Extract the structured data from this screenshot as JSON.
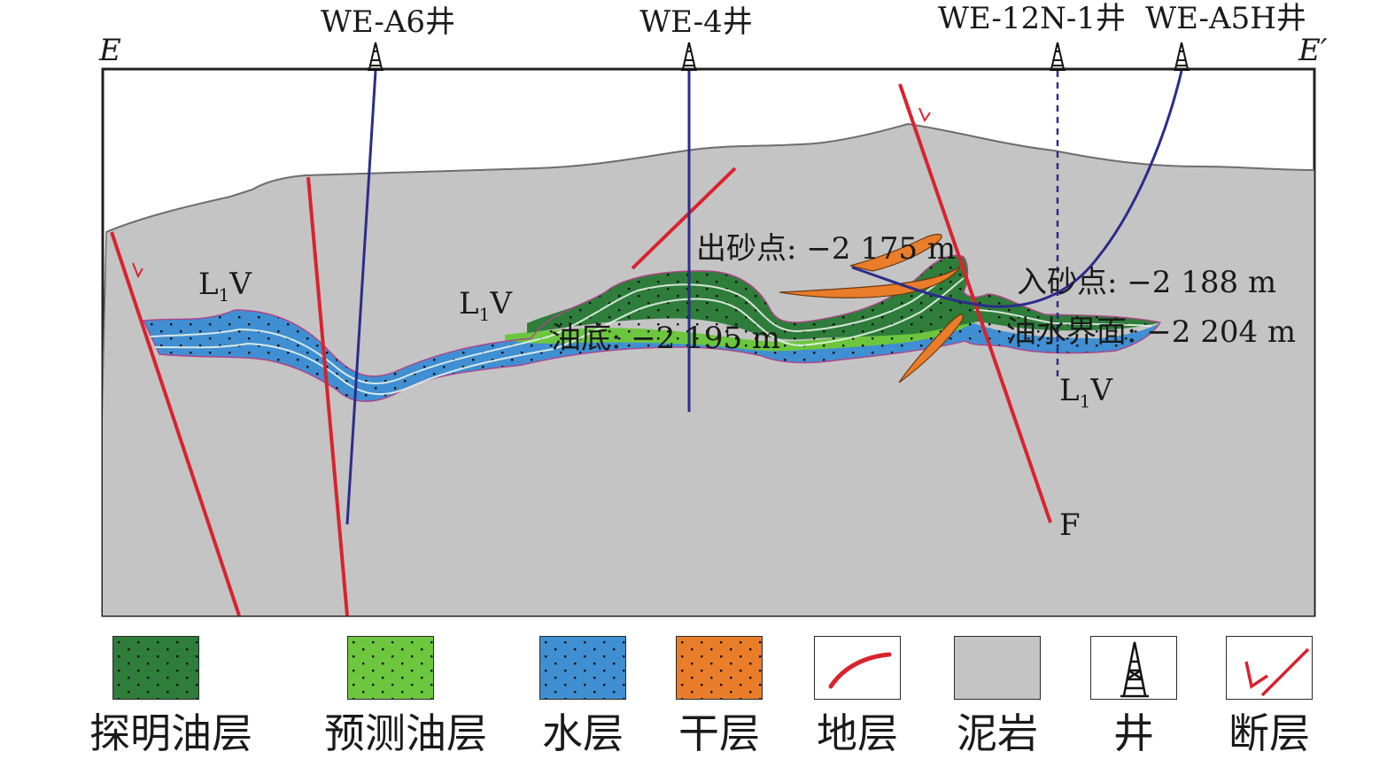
{
  "profile": {
    "end_left": "E",
    "end_right": "E′"
  },
  "wells": [
    {
      "name": "WE-A6井"
    },
    {
      "name": "WE-4井"
    },
    {
      "name": "WE-12N-1井"
    },
    {
      "name": "WE-A5H井"
    }
  ],
  "annotations": {
    "sand_out": "出砂点: −2 175 m",
    "sand_in": "入砂点: −2 188 m",
    "oil_bottom": "油底: −2 195 m",
    "owc": "油水界面: −2 204 m",
    "fault_label": "F"
  },
  "formation_labels": [
    {
      "main": "L",
      "sub": "1",
      "tail": "V"
    },
    {
      "main": "L",
      "sub": "1",
      "tail": "V"
    },
    {
      "main": "L",
      "sub": "1",
      "tail": "V"
    }
  ],
  "legend": [
    {
      "label": "探明油层",
      "color": "#2e7d3a",
      "icon": "proven-oil-swatch"
    },
    {
      "label": "预测油层",
      "color": "#6cc63e",
      "icon": "predicted-oil-swatch"
    },
    {
      "label": "水层",
      "color": "#3f8fd2",
      "icon": "water-swatch"
    },
    {
      "label": "干层",
      "color": "#ea7d2a",
      "icon": "dry-swatch"
    },
    {
      "label": "地层",
      "color": "#d9232e",
      "icon": "stratum-line-icon"
    },
    {
      "label": "泥岩",
      "color": "#c4c4c4",
      "icon": "mudstone-swatch"
    },
    {
      "label": "井",
      "color": "#1a1a1a",
      "icon": "derrick-icon"
    },
    {
      "label": "断层",
      "color": "#d9232e",
      "icon": "fault-icon"
    }
  ],
  "colors": {
    "mudstone": "#c4c4c4",
    "proven_oil": "#2e7d3a",
    "predicted_oil": "#6cc63e",
    "water": "#3f8fd2",
    "dry": "#ea7d2a",
    "fault": "#d9232e",
    "well_track": "#2c2c8c"
  }
}
